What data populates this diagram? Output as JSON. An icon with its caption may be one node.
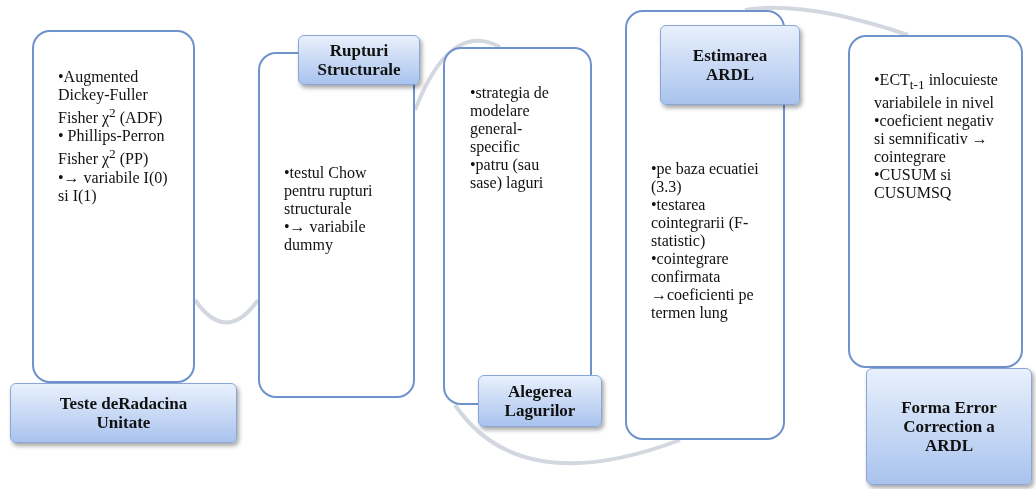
{
  "diagram": {
    "nodes": [
      {
        "text": [
          "•Augmented Dickey-Fuller Fisher χ$^{2}$ (ADF)",
          "• Phillips-Perron Fisher χ$^{2}$ (PP)",
          "•→ variabile I(0) si I(1)"
        ]
      },
      {
        "text": [
          "Teste deRadacina Unitate"
        ]
      },
      {
        "text": [
          "•testul Chow pentru rupturi structurale",
          "•→ variabile dummy"
        ]
      },
      {
        "text": [
          "Rupturi Structurale"
        ]
      },
      {
        "text": [
          "•strategia de modelare general-specific",
          "•patru (sau sase) laguri"
        ]
      },
      {
        "text": [
          "Alegerea Lagurilor"
        ]
      },
      {
        "text": [
          "•pe baza ecuatiei (3.3)",
          "•testarea cointegrarii (F-statistic)",
          "•cointegrare confirmata →coeficienti pe termen lung"
        ]
      },
      {
        "text": [
          "Estimarea ARDL"
        ]
      },
      {
        "text": [
          "•ECT$_{t-1}$ inlocuieste variabilele in nivel",
          "•coeficient negativ si semnificativ → cointegrare",
          "•CUSUM si CUSUMSQ"
        ]
      },
      {
        "text": [
          "Forma Error Correction a ARDL"
        ]
      }
    ],
    "edges": [
      {
        "from": 0,
        "to": 2,
        "arrow": "none"
      },
      {
        "from": 2,
        "to": 4,
        "arrow": "none"
      },
      {
        "from": 4,
        "to": 6,
        "arrow": "none"
      },
      {
        "from": 6,
        "to": 8,
        "arrow": "none"
      }
    ]
  }
}
